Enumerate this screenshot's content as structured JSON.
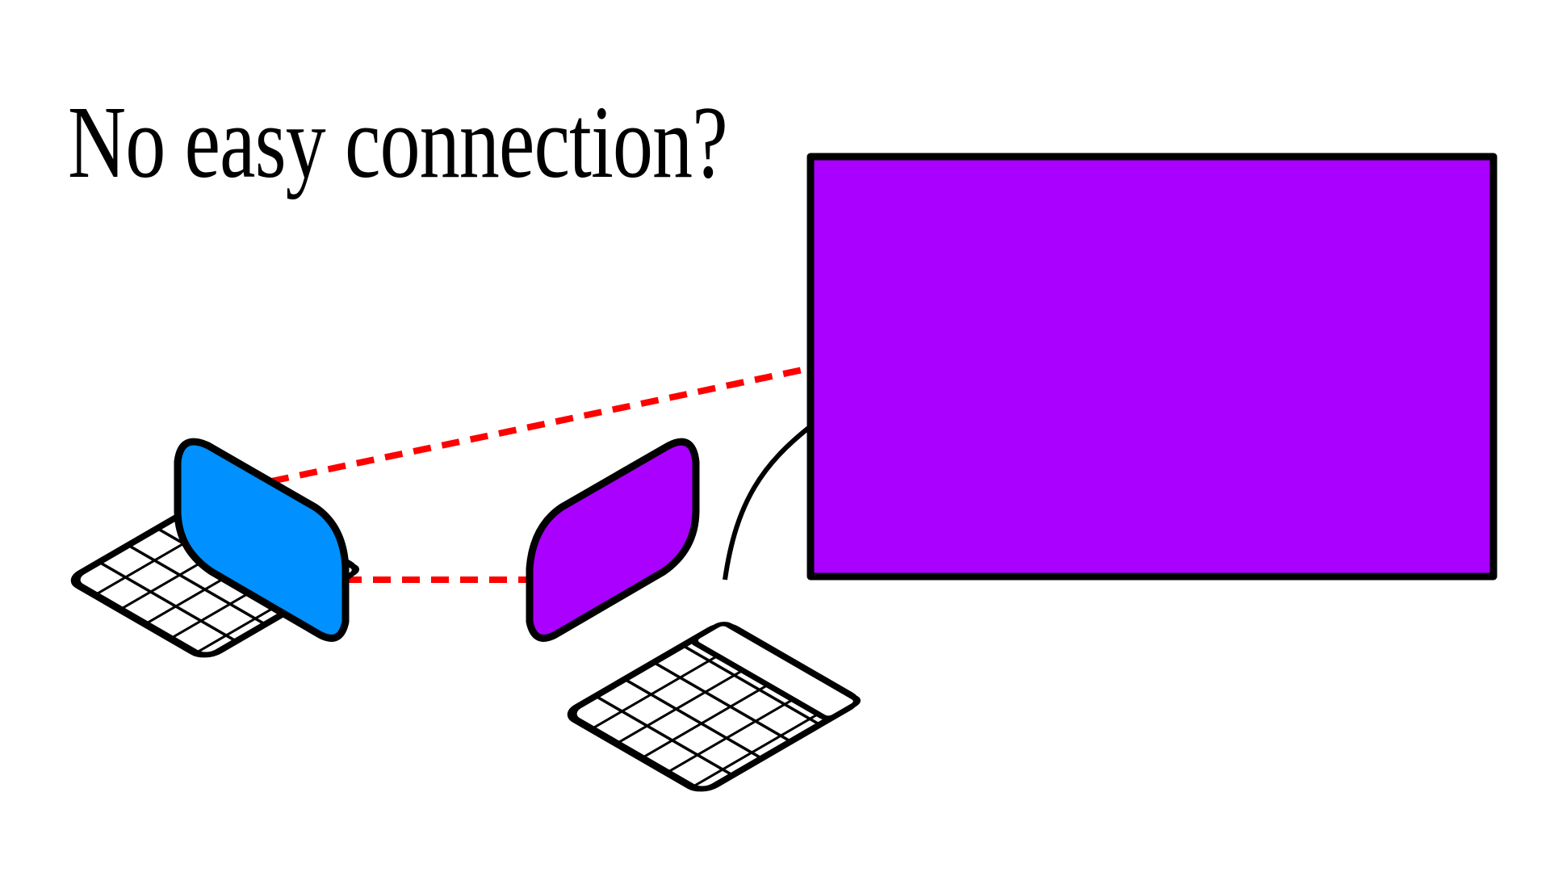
{
  "slide": {
    "title": "No easy connection?"
  },
  "colors": {
    "background": "#ffffff",
    "outline": "#000000",
    "laptop_left_screen": "#0090ff",
    "laptop_right_screen": "#aa00ff",
    "large_display": "#aa00ff",
    "wireless_link": "#ff0000",
    "keyboard_keys": "#ffffff"
  },
  "icons": {
    "left_laptop": "laptop-icon",
    "right_laptop": "laptop-icon",
    "display": "display-icon"
  },
  "connections": [
    {
      "from": "left-laptop",
      "to": "large-display",
      "style": "dashed",
      "kind": "wireless"
    },
    {
      "from": "left-laptop",
      "to": "right-laptop",
      "style": "dashed",
      "kind": "wireless"
    },
    {
      "from": "right-laptop",
      "to": "large-display",
      "style": "solid",
      "kind": "cable"
    }
  ]
}
